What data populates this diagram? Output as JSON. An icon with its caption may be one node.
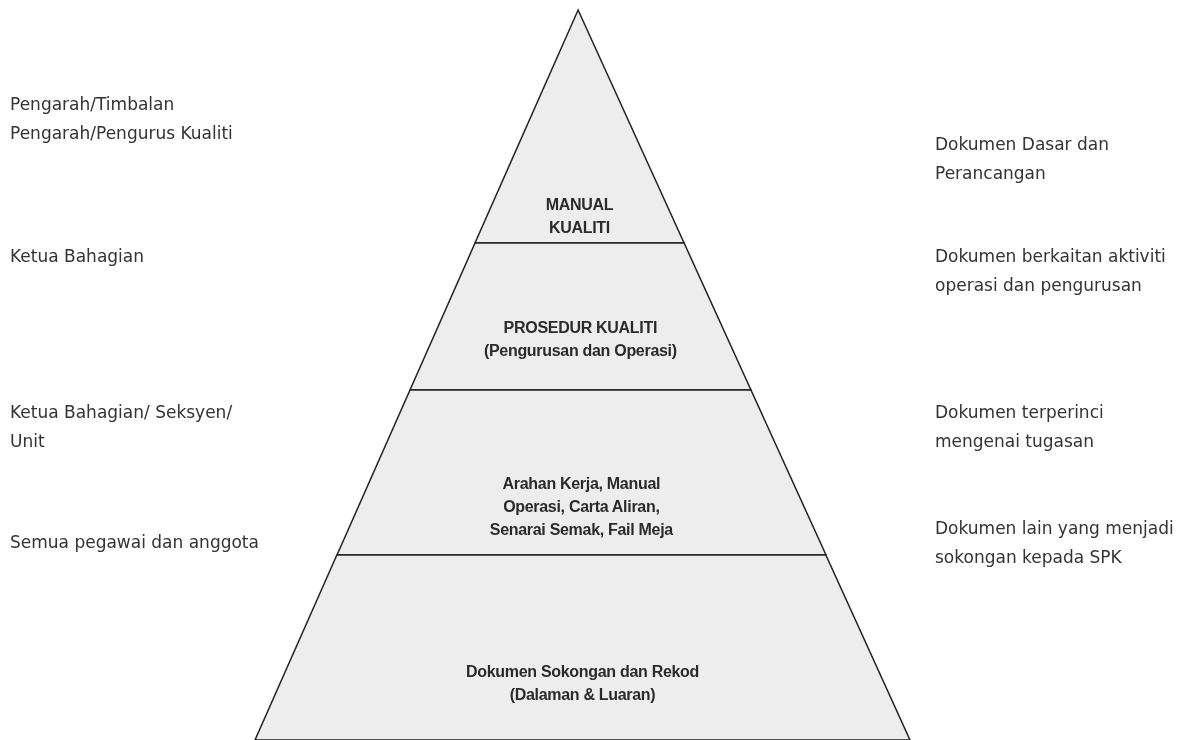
{
  "diagram": {
    "nodes": [
      {
        "text": [
          "MANUAL KUALITI"
        ]
      },
      {
        "text": [
          "PROSEDUR KUALITI (Pengurusan dan Operasi)"
        ]
      },
      {
        "text": [
          "Arahan Kerja, Manual Operasi, Carta Aliran, Senarai Semak, Fail Meja"
        ]
      },
      {
        "text": [
          "Dokumen Sokongan dan Rekod (Dalaman & Luaran)"
        ]
      }
    ],
    "labels": [
      "Pengarah/Timbalan Pengarah/Pengurus Kualiti",
      "Dokumen Dasar dan Perancangan",
      "Ketua Bahagian",
      "Dokumen berkaitan aktiviti operasi dan pengurusan",
      "Ketua Bahagian/ Seksyen/ Unit",
      "Dokumen terperinci mengenai tugasan",
      "Semua pegawai dan anggota",
      "Dokumen lain yang menjadi sokongan kepada SPK"
    ]
  }
}
